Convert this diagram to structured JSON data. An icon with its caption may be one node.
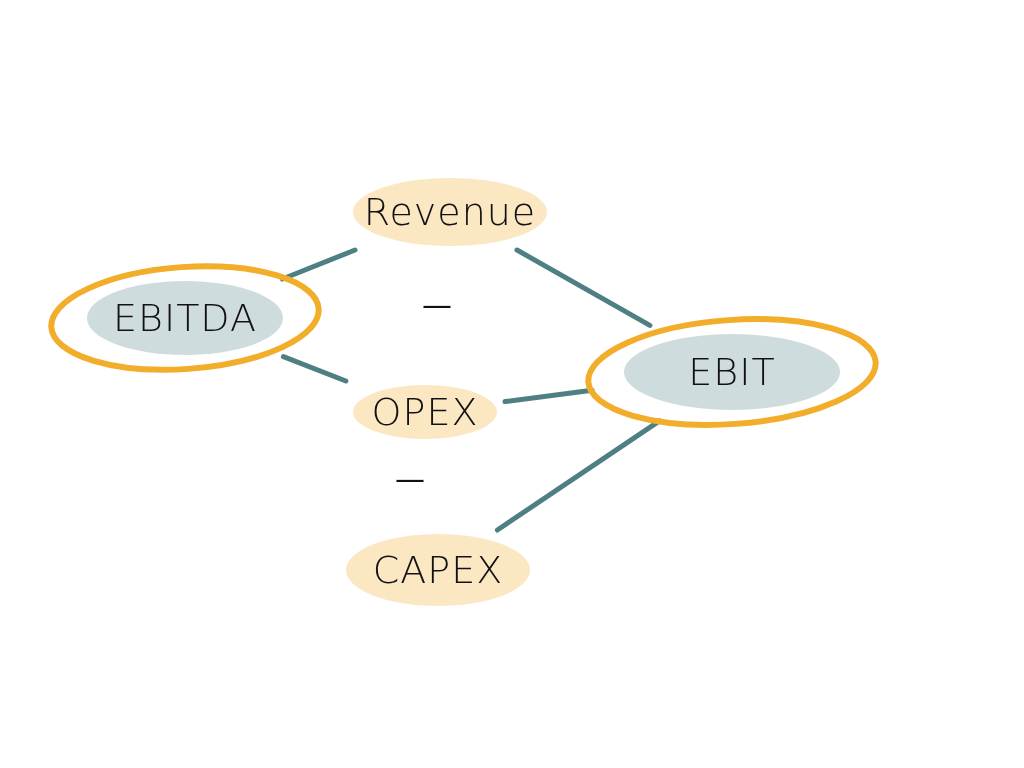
{
  "diagram": {
    "nodes": [
      {
        "text": [
          "Revenue"
        ]
      },
      {
        "text": [
          "EBITDA"
        ]
      },
      {
        "text": [
          "OPEX"
        ]
      },
      {
        "text": [
          "EBIT"
        ]
      },
      {
        "text": [
          "CAPEX"
        ]
      }
    ],
    "edges": [
      {
        "from": 1,
        "to": 0,
        "arrow": "none"
      },
      {
        "from": 0,
        "to": 3,
        "arrow": "none"
      },
      {
        "from": 1,
        "to": 2,
        "arrow": "none"
      },
      {
        "from": 2,
        "to": 3,
        "arrow": "none"
      },
      {
        "from": 4,
        "to": 3,
        "arrow": "none"
      }
    ],
    "labels": [
      "—",
      "—"
    ]
  }
}
